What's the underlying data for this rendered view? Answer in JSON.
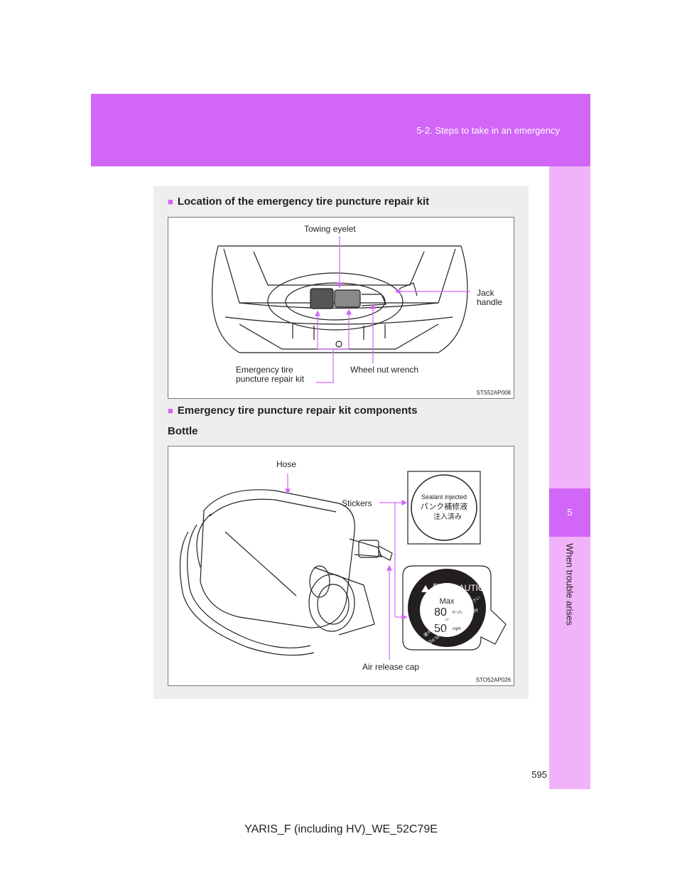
{
  "header": {
    "section": "5-2. Steps to take in an emergency"
  },
  "side_tab": {
    "chapter_number": "5",
    "chapter_title": "When trouble arises"
  },
  "section1": {
    "heading": "Location of the emergency tire puncture repair kit",
    "figure": {
      "code": "STS52AP008",
      "labels": {
        "towing_eyelet": "Towing eyelet",
        "jack_handle": "Jack handle",
        "wheel_nut_wrench": "Wheel nut wrench",
        "repair_kit": "Emergency tire puncture repair kit"
      }
    }
  },
  "section2": {
    "heading": "Emergency tire puncture repair kit components",
    "subheading": "Bottle",
    "figure": {
      "code": "STO52AP026",
      "labels": {
        "hose": "Hose",
        "stickers": "Stickers",
        "air_release_cap": "Air release cap"
      },
      "sticker1": {
        "line1": "Sealant injected",
        "line2": "パンク補修液",
        "line3": "注入済み"
      },
      "sticker2": {
        "caution_jp": "警告",
        "caution_en": "CAUTION",
        "max": "Max",
        "speed1": "80",
        "unit1": "km/h",
        "or": "or",
        "speed2": "50",
        "unit2": "mph",
        "arc_jp": "速やかに販売店へ移動してください",
        "arc_en": "Go to a dealer immediately"
      }
    }
  },
  "footer": {
    "page_number": "595",
    "doc_code": "YARIS_F (including HV)_WE_52C79E"
  },
  "colors": {
    "accent": "#d166f7",
    "tab_light": "#f0b3f9",
    "panel": "#eeeeee",
    "callout": "#d166f7"
  }
}
